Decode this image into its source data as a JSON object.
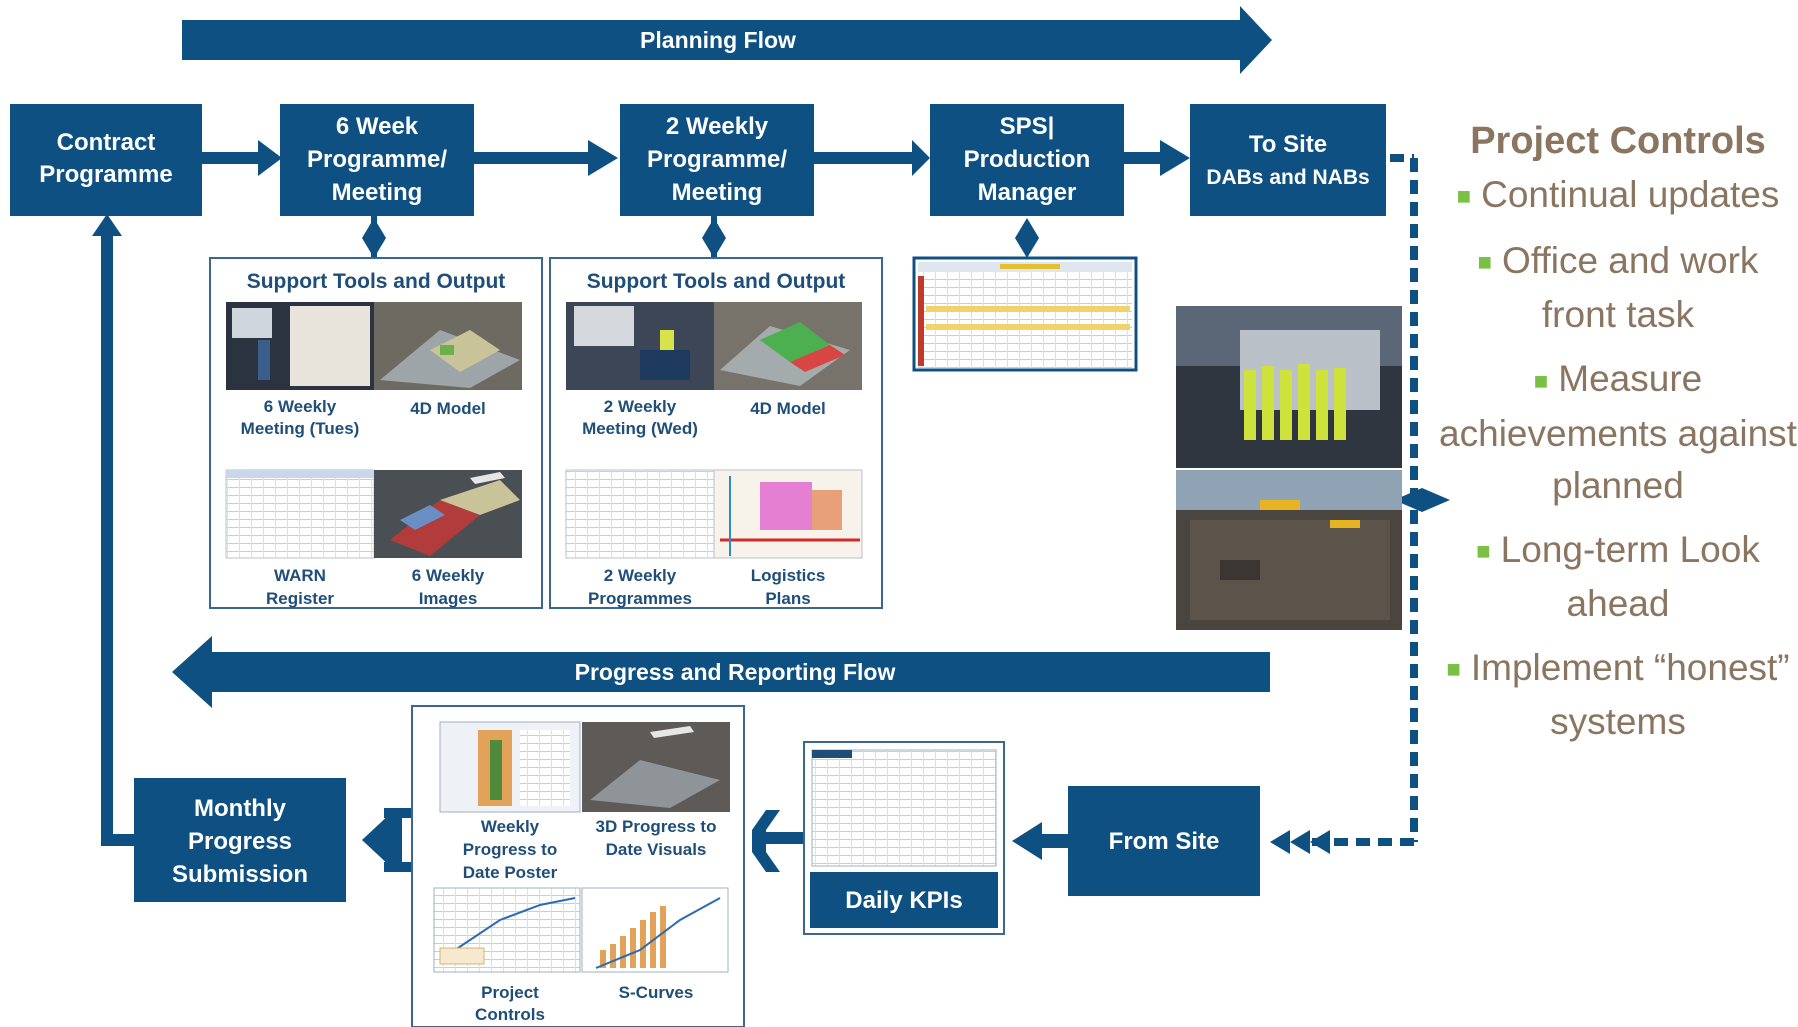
{
  "flows": {
    "planning": "Planning Flow",
    "reporting": "Progress and Reporting Flow"
  },
  "nodes": {
    "contract": [
      "Contract",
      "Programme"
    ],
    "six_week": [
      "6 Week",
      "Programme/",
      "Meeting"
    ],
    "two_weekly": [
      "2 Weekly",
      "Programme/",
      "Meeting"
    ],
    "sps": [
      "SPS|",
      "Production",
      "Manager"
    ],
    "to_site": [
      "To Site",
      "DABs and NABs"
    ],
    "from_site": [
      "From Site"
    ],
    "monthly": [
      "Monthly",
      "Progress",
      "Submission"
    ],
    "daily_kpis": [
      "Daily KPIs"
    ]
  },
  "panels": {
    "six_week": {
      "title": "Support Tools and Output",
      "captions": [
        [
          "6 Weekly",
          "Meeting (Tues)"
        ],
        [
          "4D Model"
        ],
        [
          "WARN",
          "Register"
        ],
        [
          "6 Weekly",
          "Images"
        ]
      ]
    },
    "two_weekly": {
      "title": "Support Tools and Output",
      "captions": [
        [
          "2 Weekly",
          "Meeting (Wed)"
        ],
        [
          "4D Model"
        ],
        [
          "2 Weekly",
          "Programmes"
        ],
        [
          "Logistics",
          "Plans"
        ]
      ]
    },
    "reporting": {
      "captions": [
        [
          "Weekly",
          "Progress to",
          "Date Poster"
        ],
        [
          "3D Progress to",
          "Date Visuals"
        ],
        [
          "Project",
          "Controls"
        ],
        [
          "S-Curves"
        ]
      ]
    }
  },
  "side": {
    "title": "Project Controls",
    "items": [
      "Continual updates",
      "Office and work front task",
      "Measure achievements against planned",
      "Long-term Look ahead",
      "Implement “honest” systems"
    ]
  },
  "colors": {
    "navy": "#0f5082",
    "caption": "#1f4e79",
    "side_text": "#8a7560",
    "bullet": "#7ac143"
  }
}
